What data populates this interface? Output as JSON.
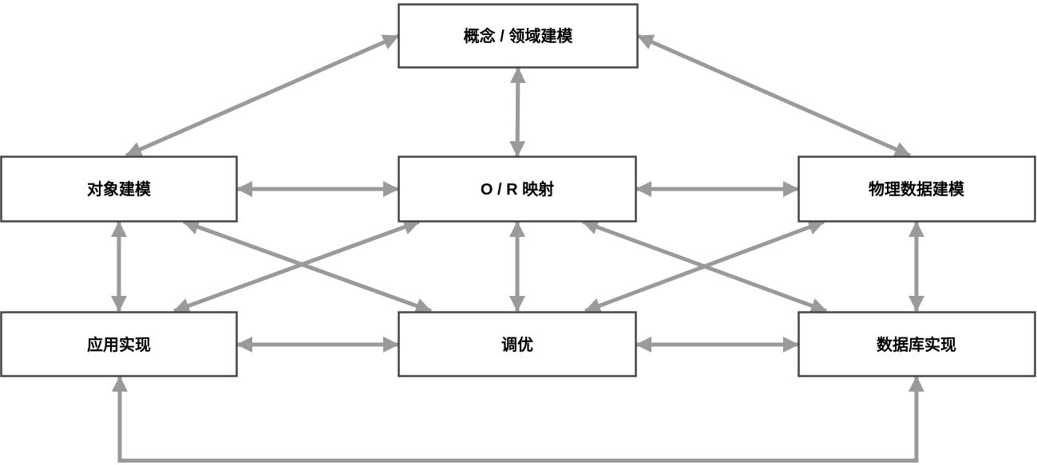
{
  "diagram": {
    "nodes": [
      {
        "id": "concept-domain-modeling",
        "label": "概念 / 领域建模"
      },
      {
        "id": "object-modeling",
        "label": "对象建模"
      },
      {
        "id": "or-mapping",
        "label": "O / R 映射"
      },
      {
        "id": "physical-data-modeling",
        "label": "物理数据建模"
      },
      {
        "id": "app-implementation",
        "label": "应用实现"
      },
      {
        "id": "tuning",
        "label": "调优"
      },
      {
        "id": "db-implementation",
        "label": "数据库实现"
      }
    ],
    "edges": [
      {
        "from": "concept-domain-modeling",
        "to": "object-modeling",
        "bidirectional": true,
        "route": "direct"
      },
      {
        "from": "concept-domain-modeling",
        "to": "or-mapping",
        "bidirectional": true,
        "route": "direct"
      },
      {
        "from": "concept-domain-modeling",
        "to": "physical-data-modeling",
        "bidirectional": true,
        "route": "direct"
      },
      {
        "from": "object-modeling",
        "to": "or-mapping",
        "bidirectional": true,
        "route": "direct"
      },
      {
        "from": "or-mapping",
        "to": "physical-data-modeling",
        "bidirectional": true,
        "route": "direct"
      },
      {
        "from": "object-modeling",
        "to": "app-implementation",
        "bidirectional": true,
        "route": "direct"
      },
      {
        "from": "or-mapping",
        "to": "tuning",
        "bidirectional": true,
        "route": "direct"
      },
      {
        "from": "physical-data-modeling",
        "to": "db-implementation",
        "bidirectional": true,
        "route": "direct"
      },
      {
        "from": "object-modeling",
        "to": "tuning",
        "bidirectional": true,
        "route": "direct"
      },
      {
        "from": "or-mapping",
        "to": "app-implementation",
        "bidirectional": true,
        "route": "direct"
      },
      {
        "from": "or-mapping",
        "to": "db-implementation",
        "bidirectional": true,
        "route": "direct"
      },
      {
        "from": "physical-data-modeling",
        "to": "tuning",
        "bidirectional": true,
        "route": "direct"
      },
      {
        "from": "app-implementation",
        "to": "tuning",
        "bidirectional": true,
        "route": "direct"
      },
      {
        "from": "tuning",
        "to": "db-implementation",
        "bidirectional": true,
        "route": "direct"
      },
      {
        "from": "app-implementation",
        "to": "db-implementation",
        "bidirectional": true,
        "route": "routed-bottom"
      }
    ],
    "colors": {
      "box_border": "#454545",
      "box_fill": "#ffffff",
      "arrow": "#9a9a9a",
      "text": "#000000"
    }
  }
}
